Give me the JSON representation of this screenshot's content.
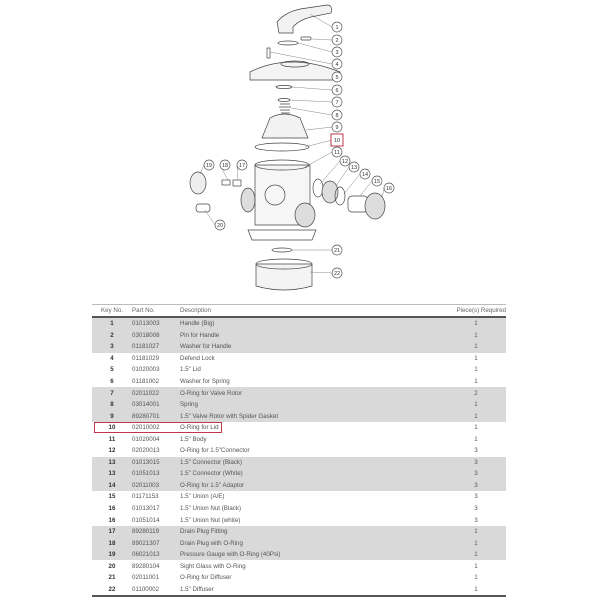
{
  "diagram": {
    "callouts": [
      "1",
      "2",
      "3",
      "4",
      "5",
      "6",
      "7",
      "8",
      "9",
      "10",
      "11",
      "12",
      "13",
      "14",
      "15",
      "16",
      "17",
      "18",
      "19",
      "20",
      "21",
      "22"
    ],
    "highlighted_callout": "10",
    "highlight_color": "#c0394b"
  },
  "table": {
    "headers": {
      "key": "Key No.",
      "part": "Part No.",
      "description": "Description",
      "qty": "Piece(s) Required"
    },
    "rows": [
      {
        "key": "1",
        "part": "01013003",
        "description": "Handle (Big)",
        "qty": "1",
        "shade": true
      },
      {
        "key": "2",
        "part": "03018008",
        "description": "Pin for Handle",
        "qty": "1",
        "shade": true
      },
      {
        "key": "3",
        "part": "01181027",
        "description": "Washer for Handle",
        "qty": "1",
        "shade": true
      },
      {
        "key": "4",
        "part": "01181029",
        "description": "Defend Lock",
        "qty": "1",
        "shade": false
      },
      {
        "key": "5",
        "part": "01020003",
        "description": "1.5\" Lid",
        "qty": "1",
        "shade": false
      },
      {
        "key": "6",
        "part": "01181002",
        "description": "Washer for Spring",
        "qty": "1",
        "shade": false
      },
      {
        "key": "7",
        "part": "02011022",
        "description": "O-Ring for Valve Rotor",
        "qty": "2",
        "shade": true
      },
      {
        "key": "8",
        "part": "03014001",
        "description": "Spring",
        "qty": "1",
        "shade": true
      },
      {
        "key": "9",
        "part": "89280701",
        "description": "1.5\" Valve Rotor with Spider Gasket",
        "qty": "1",
        "shade": true
      },
      {
        "key": "10",
        "part": "02010002",
        "description": "O-Ring for Lid",
        "qty": "1",
        "shade": false,
        "highlight": true
      },
      {
        "key": "11",
        "part": "01020004",
        "description": "1.5\" Body",
        "qty": "1",
        "shade": false
      },
      {
        "key": "12",
        "part": "02020013",
        "description": "O-Ring for 1.5\"Connector",
        "qty": "3",
        "shade": false
      },
      {
        "key": "13",
        "part": "01013015",
        "description": "1.5\" Connector (Black)",
        "qty": "3",
        "shade": true
      },
      {
        "key": "13",
        "part": "01051013",
        "description": "1.5\" Connector (White)",
        "qty": "3",
        "shade": true
      },
      {
        "key": "14",
        "part": "02011003",
        "description": "O-Ring for 1.5\" Adaptor",
        "qty": "3",
        "shade": true
      },
      {
        "key": "15",
        "part": "01171153",
        "description": "1.5\" Union (A/E)",
        "qty": "3",
        "shade": false
      },
      {
        "key": "16",
        "part": "01013017",
        "description": "1.5\" Union Nut (Black)",
        "qty": "3",
        "shade": false
      },
      {
        "key": "16",
        "part": "01051014",
        "description": "1.5\" Union Nut (white)",
        "qty": "3",
        "shade": false
      },
      {
        "key": "17",
        "part": "89280119",
        "description": "Drain Plug Fitting",
        "qty": "1",
        "shade": true
      },
      {
        "key": "18",
        "part": "89021307",
        "description": "Drain Plug with O-Ring",
        "qty": "1",
        "shade": true
      },
      {
        "key": "19",
        "part": "06021013",
        "description": "Pressure Gauge with O-Ring (40Psi)",
        "qty": "1",
        "shade": true
      },
      {
        "key": "20",
        "part": "89280104",
        "description": "Sight Glass with O-Ring",
        "qty": "1",
        "shade": false
      },
      {
        "key": "21",
        "part": "02011001",
        "description": "O-Ring for Diffuser",
        "qty": "1",
        "shade": false
      },
      {
        "key": "22",
        "part": "01100002",
        "description": "1.5\" Diffuser",
        "qty": "1",
        "shade": false
      }
    ]
  }
}
